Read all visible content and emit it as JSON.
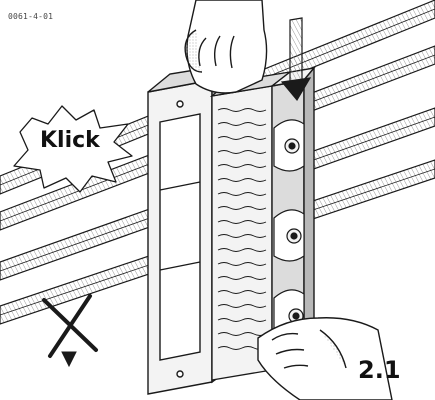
{
  "document_code": "0061-4-01",
  "callout": "Klick",
  "step": "2.1",
  "colors": {
    "ink": "#1a1a1a",
    "hatch": "#9a9a9a",
    "fill_light": "#f3f3f3",
    "fill_mid": "#dcdcdc",
    "fill_dark": "#b8b8b8"
  },
  "icons": {
    "press_direction": "arrow-down-icon",
    "forbidden": "cross-out-icon",
    "sound": "click-burst-icon"
  }
}
